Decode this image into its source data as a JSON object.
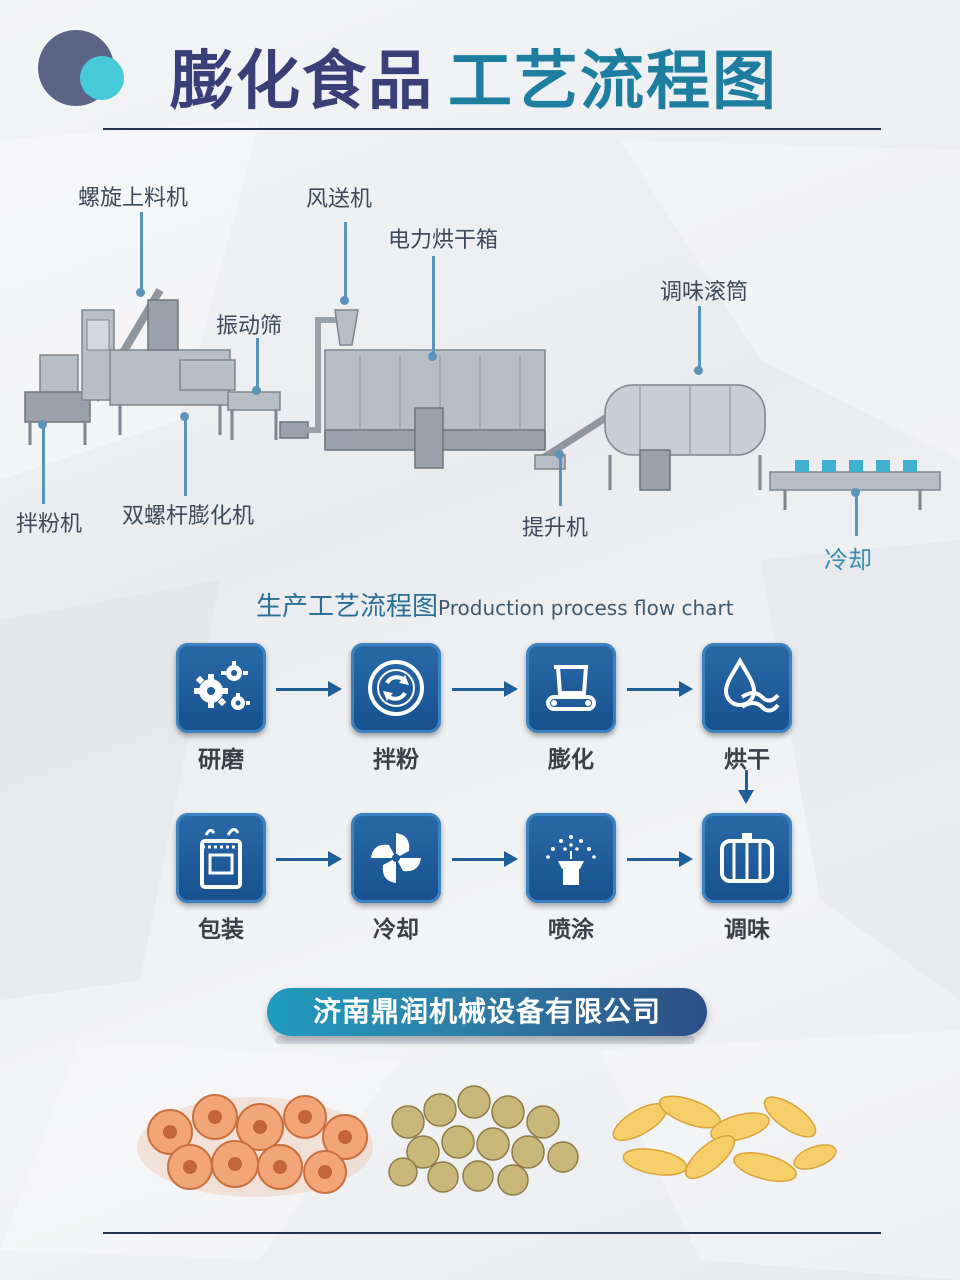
{
  "header": {
    "title_part1": "膨化食品",
    "title_part2": "工艺流程图"
  },
  "machines": {
    "screw_feeder": "螺旋上料机",
    "air_conveyor": "风送机",
    "electric_oven": "电力烘干箱",
    "vibrating_sieve": "振动筛",
    "seasoning_drum": "调味滚筒",
    "powder_mixer": "拌粉机",
    "twin_screw_extruder": "双螺杆膨化机",
    "elevator": "提升机",
    "cooling": "冷却"
  },
  "flow": {
    "title_cn": "生产工艺流程图",
    "title_en": "Production process flow chart",
    "row1": [
      {
        "label": "研磨",
        "icon": "gears-icon"
      },
      {
        "label": "拌粉",
        "icon": "mixing-cycle-icon"
      },
      {
        "label": "膨化",
        "icon": "extrusion-icon"
      },
      {
        "label": "烘干",
        "icon": "water-drop-icon"
      }
    ],
    "row2": [
      {
        "label": "包装",
        "icon": "package-bag-icon"
      },
      {
        "label": "冷却",
        "icon": "fan-icon"
      },
      {
        "label": "喷涂",
        "icon": "spray-icon"
      },
      {
        "label": "调味",
        "icon": "drum-icon"
      }
    ]
  },
  "company": {
    "name": "济南鼎润机械设备有限公司"
  },
  "colors": {
    "title_dark": "#3a3f78",
    "title_teal": "#1e7ea0",
    "step_blue": "#1f5f99",
    "logo_purple": "#5b6487",
    "logo_cyan": "#46c9d8"
  }
}
